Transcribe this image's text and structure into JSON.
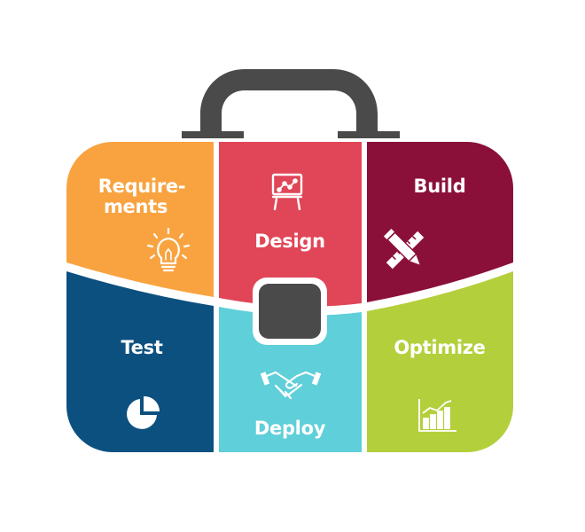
{
  "diagram": {
    "panels": [
      {
        "id": "requirements",
        "label_lines": [
          "Require-",
          "ments"
        ],
        "icon": "lightbulb-icon",
        "color": "#F9A340"
      },
      {
        "id": "design",
        "label_lines": [
          "Design"
        ],
        "icon": "presentation-board-icon",
        "color": "#E04657"
      },
      {
        "id": "build",
        "label_lines": [
          "Build"
        ],
        "icon": "pencil-ruler-icon",
        "color": "#8B1039"
      },
      {
        "id": "test",
        "label_lines": [
          "Test"
        ],
        "icon": "pie-chart-icon",
        "color": "#0C507F"
      },
      {
        "id": "deploy",
        "label_lines": [
          "Deploy"
        ],
        "icon": "handshake-icon",
        "color": "#5FCFD9"
      },
      {
        "id": "optimize",
        "label_lines": [
          "Optimize"
        ],
        "icon": "bar-chart-icon",
        "color": "#B4CF3C"
      }
    ],
    "handle_color": "#4A4A4A",
    "clasp_color": "#4A4A4A",
    "background": "#FFFFFF"
  }
}
